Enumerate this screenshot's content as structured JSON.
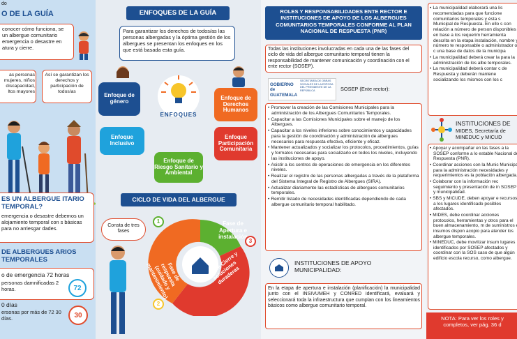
{
  "panel1": {
    "top_fragment": "do",
    "header": "O DE LA GUÍA",
    "intro": "conocer cómo funciona, se un albergue comunitario emergencia o desastre en atura y cierre.",
    "people_box": "as personas mujeres, niños discapacidad, ltos mayores",
    "rights_box": "Así se garantizan los derechos y participación de todos/as",
    "q_header": "ES UN ALBERGUE ITARIO TEMPORAL?",
    "q_text": "emergencia o desastre debemos un alojamiento temporal con s básicas para no arriesgar dades.",
    "types_header": "DE ALBERGUES ARIOS TEMPORALES",
    "type1_label": "o de emergencia 72 horas",
    "type1_text": "personas damnificadas 2 horas.",
    "type1_badge": "72",
    "type2_label": "0 días",
    "type2_text": "ersonas por más de 72 30 días.",
    "type2_badge": "30"
  },
  "panel2": {
    "header": "ENFOQUES DE LA GUÍA",
    "intro": "Para garantizar los derechos de todos/as las personas albergadas y la óptima gestión de los albergues se presentan los enfoques en los que está basada esta guía.",
    "center_label": "ENFOQUES",
    "enfoque_genero": "Enfoque de género",
    "enfoque_derechos": "Enfoque de Derechos Humanos",
    "enfoque_inclusivo": "Enfoque Inclusivo",
    "enfoque_participacion": "Enfoque Participación Comunitaria",
    "enfoque_riesgo": "Enfoque de Riesgo Sanitario y Ambiental",
    "cycle_header": "CICLO DE VIDA DEL ALBERGUE",
    "cycle_bubble": "Consta de tres fases",
    "phase1": "Fase de Apertura e instalación",
    "phase1_num": "1",
    "phase2": "Fase de respuesta (cuidado y mantenimiento)",
    "phase2_num": "2",
    "phase3": "Fase de Cierre y soluciones duraderas",
    "phase3_num": "3"
  },
  "panel3": {
    "header": "ROLES Y RESPONSABILIDADES ENTE RECTOR E INSTITUCIONES DE APOYO DE LOS ALBERGUES COMUNITARIOS TEMPORALES CONFORME AL PLAN NACIONAL DE RESPUESTA (PNR)",
    "intro": "Todas las instituciones involucradas en cada una de las fases del ciclo de vida del albergue comunitario temporal tienen la responsabilidad de mantener comunicación y coordinación con el ente rector (SOSEP).",
    "gov_logo_text": "GOBIERNO de GUATEMALA",
    "gov_logo_sub": "SECRETARÍA DE OBRAS SOCIALES DE LA ESPOSA DEL PRESIDENTE DE LA REPÚBLICA",
    "sosep_label": "SOSEP (Ente rector):",
    "sosep_items": [
      "Promover la creación de las Comisiones Municipales para la administración de los Albergues Comunitarios Temporales.",
      "Capacitar a las Comisiones Municipales sobre el manejo de los Albergues.",
      "Capacitar a los niveles inferiores sobre conocimientos y capacidades para la gestión de coordinación y administración de albergues necesarios para respuesta efectiva, eficiente y eficaz.",
      "Mantener actualizados y socializar los protocolos, procedimientos, guías y formatos necesarias para socializarlo en todos los niveles, incluyendo las instituciones de apoyo.",
      "Asistir a los centros de operaciones de emergencia en los diferentes niveles.",
      "Realizar el registro de las personas albergadas a través de la plataforma del Sistema Integral de Registro de Albergues (SIRA).",
      "Actualizar diariamente las estadísticas de albergues comunitarios temporales.",
      "Remitir listado de necesidades identificadas dependiendo de cada albergue comunitario temporal habilitado."
    ],
    "muni_header": "INSTITUCIONES DE APOYO MUNICIPALIDAD:",
    "muni_text": "En la etapa de apertura e instalación (planificación) la municipalidad junto con el INSIVUMEH y CONRED identificará, evaluará y seleccionará toda la infraestructura que cumplan con los lineamientos básicos como albergue comunitario temporal."
  },
  "panel4": {
    "muni_items": [
      "La municipalidad elaborará una lis recomendadas para que funcione comunitarios temporales y ésta s Municipal de Respuesta. En ello s con relación a número de person disponibles en base a los requerim herramienta descrita en la etapa instalación, nombre y número te responsable o administrador o c una base de datos de la municipa",
      "La municipalidad deberá crear la para la administración de los albe temporales.",
      "La municipalidad deberá contar c de Respuesta y deberán mantene socializando los mismos con los c"
    ],
    "mides_header": "INSTITUCIONES DE",
    "mides_sub": "MIDES, Secretaría de MINEDUC y MICUD",
    "mides_items": [
      "Apoyar y acompañar en las fases a la SOSEP conforme a lo estable Nacional de Respuesta (PNR).",
      "Coordinar acciones con la Munic Municipal para la administración necesidades y requerimientos es la población albergada.",
      "Colaborar con la información rec seguimiento y presentación de in SOSEP y municipalidad.",
      "SBS y MICUDE, deben apoyar e recursos a los lugares identificado posibles afectados.",
      "MIDES, debe coordinar acciones protocolos, herramientas y otros para el buen almacenamiento, m de suministros e insumos dispon acopio para atender los albergue temporales.",
      "MINEDUC, debe movilizar insum lugares identificados por SOSEP afectados y coordinar con la SOS caso de que algún edificio escola recurso, como albergue."
    ],
    "note": "NOTA: Para ver los roles y completos, ver pág. 36 d"
  },
  "colors": {
    "blue": "#1d4f91",
    "orange": "#f06a22",
    "red": "#e03a2e",
    "green": "#5cb030",
    "light_blue": "#1fa2dc"
  }
}
